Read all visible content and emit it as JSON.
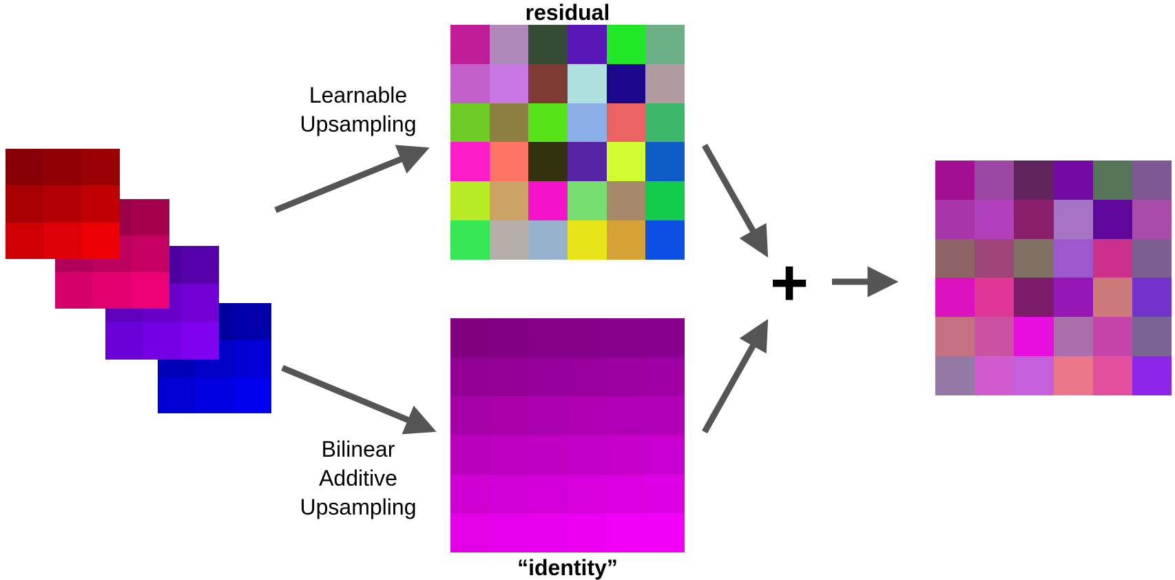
{
  "labels": {
    "residual": "residual",
    "identity": "“identity”",
    "learnable": [
      "Learnable",
      "Upsampling"
    ],
    "bilinear": [
      "Bilinear",
      "Additive",
      "Upsampling"
    ],
    "plus": "+"
  },
  "input_layers": [
    {
      "colors": [
        "#860005",
        "#900004",
        "#9b0004",
        "#a90004",
        "#b40004",
        "#c10004",
        "#ce0004",
        "#dd0004",
        "#ec0004"
      ]
    },
    {
      "colors": [
        "#920047",
        "#9a004a",
        "#a4004e",
        "#b2005a",
        "#bb005e",
        "#c60063",
        "#d50068",
        "#e1006e",
        "#ed0076"
      ]
    },
    {
      "colors": [
        "#4a0098",
        "#4d00a0",
        "#5500a8",
        "#5e00bb",
        "#6800c9",
        "#7200d5",
        "#6b00d8",
        "#7600e4",
        "#8000f0"
      ]
    },
    {
      "colors": [
        "#000096",
        "#00009e",
        "#0000aa",
        "#0000b8",
        "#0000c6",
        "#0000d4",
        "#0000d2",
        "#0000e0",
        "#0000ee"
      ]
    }
  ],
  "residual_grid": {
    "colors": [
      "#c11d9b",
      "#b089bb",
      "#354b33",
      "#5717b6",
      "#20e827",
      "#6cb087",
      "#c160c8",
      "#c877e4",
      "#7d3b33",
      "#aee0e0",
      "#1d078c",
      "#b29ba1",
      "#6fcb25",
      "#8d7f42",
      "#57e519",
      "#8caee6",
      "#eb6463",
      "#3db86a",
      "#fd1dc8",
      "#fe7364",
      "#33320f",
      "#5724a3",
      "#d0fe31",
      "#0e5dc6",
      "#b8ea25",
      "#cda265",
      "#f412ca",
      "#79de71",
      "#a4896b",
      "#12cd4b",
      "#38e755",
      "#b8aea8",
      "#98b3cd",
      "#e8e61b",
      "#d7a235",
      "#0d4fe4"
    ]
  },
  "identity_grid": {
    "colors": [
      "#80007f",
      "#810083",
      "#840086",
      "#850089",
      "#86008b",
      "#89008f",
      "#930094",
      "#950097",
      "#98009b",
      "#9a009e",
      "#9c00a1",
      "#9f00a5",
      "#a600a8",
      "#a900ab",
      "#ab00ae",
      "#ae00b2",
      "#b000b5",
      "#b300b9",
      "#ba00bd",
      "#bd00c0",
      "#bf00c4",
      "#c300c7",
      "#c500cb",
      "#c900cf",
      "#cf00d2",
      "#d100d6",
      "#d400d9",
      "#d700dd",
      "#da00e0",
      "#de00e4",
      "#e400e7",
      "#e600eb",
      "#e900ee",
      "#ed00f2",
      "#f000f6",
      "#f300f9"
    ]
  },
  "output_grid": {
    "colors": [
      "#a20f91",
      "#9a48a1",
      "#5e245b",
      "#720aa3",
      "#567458",
      "#7e5890",
      "#a935ab",
      "#b03fbb",
      "#8b1e69",
      "#a773c6",
      "#5f069b",
      "#a94ba9",
      "#8f6466",
      "#9e4679",
      "#807063",
      "#9d59cc",
      "#cb318a",
      "#7a5f90",
      "#dc12c0",
      "#df3795",
      "#7b1b69",
      "#9418b5",
      "#cc7a79",
      "#7432cc",
      "#c67182",
      "#cb51a4",
      "#e70fdd",
      "#aa6eaa",
      "#c444aa",
      "#7a6494",
      "#9379a4",
      "#d25ad1",
      "#c55fdb",
      "#ea768a",
      "#e44f9d",
      "#8d26e9"
    ]
  }
}
